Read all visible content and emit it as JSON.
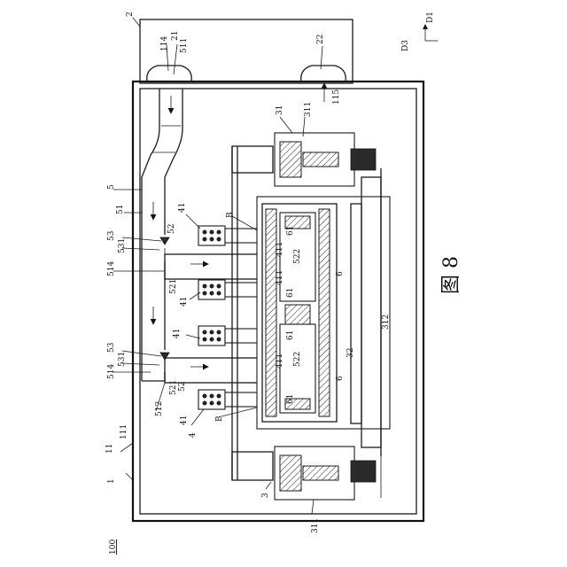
{
  "figure": {
    "title": "图 8",
    "reference": "100"
  },
  "directions": {
    "d1": "D1",
    "d3": "D3"
  },
  "labels": {
    "l2": "2",
    "l21": "21",
    "l114": "114",
    "l511": "511",
    "l22": "22",
    "l115": "115",
    "l31": "31",
    "l311a": "311",
    "l311b": "311",
    "l312": "312",
    "l5": "5",
    "l51": "51",
    "l52a": "52",
    "l52b": "52",
    "l53a": "53",
    "l53b": "53",
    "l531a": "531",
    "l531b": "531",
    "l514a": "514",
    "l514b": "514",
    "l521a": "521",
    "l521b": "521",
    "l522a": "522",
    "l522b": "522",
    "l512": "512",
    "l41a": "41",
    "l41b": "41",
    "l41c": "41",
    "l41d": "41",
    "l411a": "411",
    "l411b": "411",
    "l411c": "411",
    "l61a": "61",
    "l61b": "61",
    "l61c": "61",
    "l61d": "61",
    "l6a": "6",
    "l6b": "6",
    "lBa": "B",
    "lBb": "B",
    "l32": "32",
    "l4": "4",
    "l3": "3",
    "l11": "11",
    "l111": "111",
    "l1": "1"
  },
  "colors": {
    "line": "#1a1a1a",
    "background": "#ffffff"
  }
}
